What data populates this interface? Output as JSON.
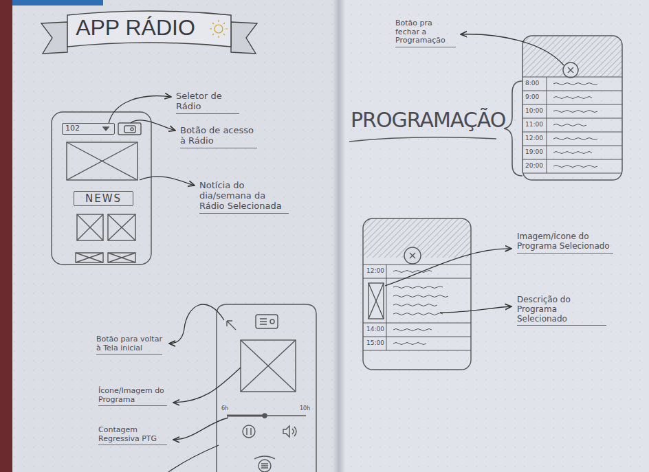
{
  "diagram": {
    "title": "APP RÁDIO",
    "nodes": [
      {
        "text": [
          "102"
        ]
      },
      {
        "text": [
          "NEWS"
        ]
      }
    ],
    "labels": [
      "Seletor de Rádio",
      "Botão de acesso à Rádio",
      "Notícia do dia/semana da Rádio Selecionada",
      "Botão para voltar à Tela inicial",
      "Ícone/Imagem do Programa",
      "Contagem Regressiva PTG",
      "6h",
      "10h",
      "PROGRAMAÇÃO",
      "Botão pra fechar a Programação",
      "8:00",
      "9:00",
      "10:00",
      "11:00",
      "12:00",
      "19:00",
      "20:00",
      "Imagem/Ícone do Programa Selecionado",
      "Descrição do Programa Selecionado",
      "12:00",
      "14:00",
      "15:00"
    ]
  }
}
